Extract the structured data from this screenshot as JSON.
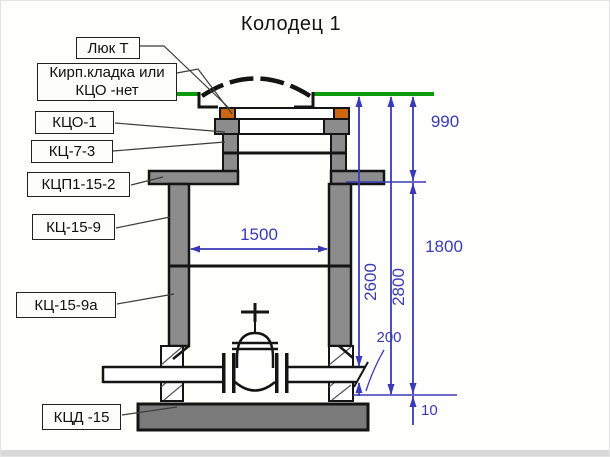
{
  "title": "Колодец 1",
  "labels": {
    "hatch": "Люк Т",
    "brick_line1": "Кирп.кладка или",
    "brick_line2": "КЦО -нет",
    "support_ring": "КЦО-1",
    "neck_ring": "КЦ-7-3",
    "cover_slab": "КЦП1-15-2",
    "chamber_ring_top": "КЦ-15-9",
    "chamber_ring_bottom": "КЦ-15-9а",
    "base_slab": "КЦД -15"
  },
  "dimensions": {
    "inner_width": "1500",
    "pipe_diameter": "200",
    "neck_depth": "990",
    "chamber_height": "1800",
    "depth_to_pipe": "2600",
    "total_depth": "2800",
    "base_gap": "10"
  },
  "colors": {
    "ground_green": "#0a9a0a",
    "concrete_grey": "#8c8c8c",
    "base_slab_grey": "#7a7a7a",
    "ring_orange": "#cc6611",
    "dimension_blue": "#3a3ab5",
    "line_black": "#141414"
  }
}
